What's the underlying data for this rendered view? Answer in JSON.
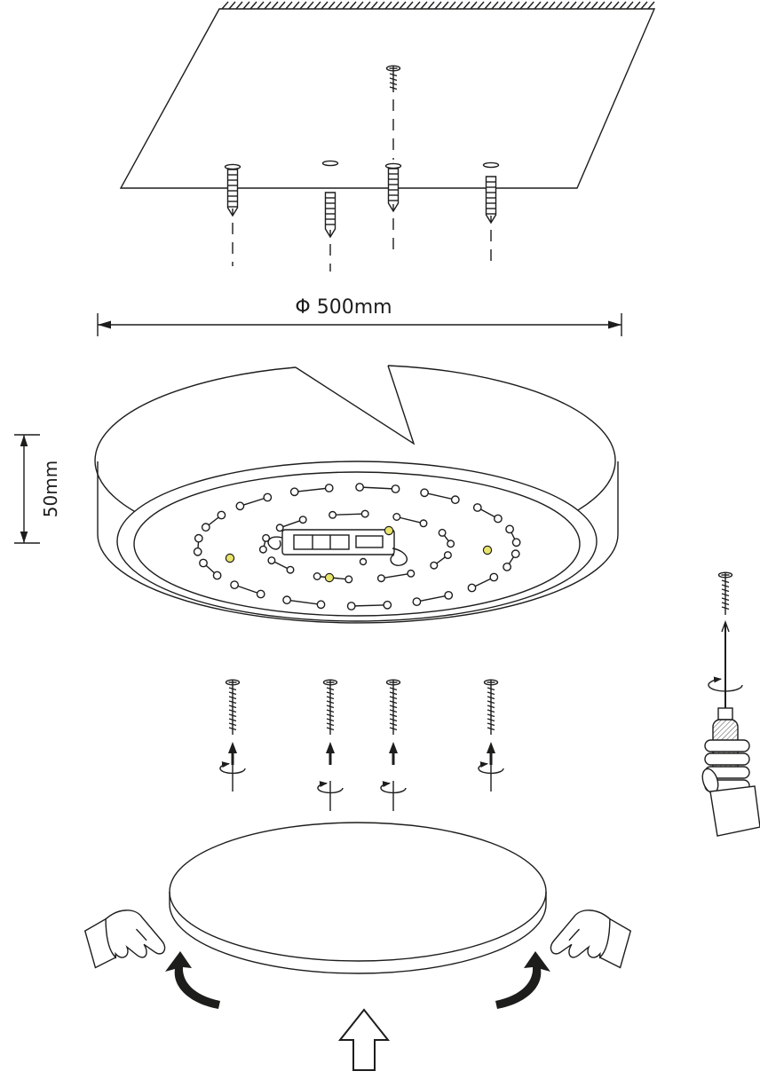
{
  "labels": {
    "diameter": "Φ 500mm",
    "height": "50mm"
  },
  "colors": {
    "line": "#1d1d1b",
    "screw_highlight": "#e9e46a",
    "background": "#ffffff"
  },
  "components": [
    "ceiling-section",
    "pilot-screw",
    "wall-plugs",
    "diameter-dimension",
    "height-dimension",
    "lamp-base",
    "led-strips",
    "driver-box",
    "board-screws",
    "mounting-screws",
    "rotation-arrows",
    "screwdriver",
    "screwdriver-hand",
    "diffuser-cover",
    "hand-left",
    "hand-right",
    "rotate-arrow-left",
    "rotate-arrow-right",
    "push-up-arrow"
  ]
}
